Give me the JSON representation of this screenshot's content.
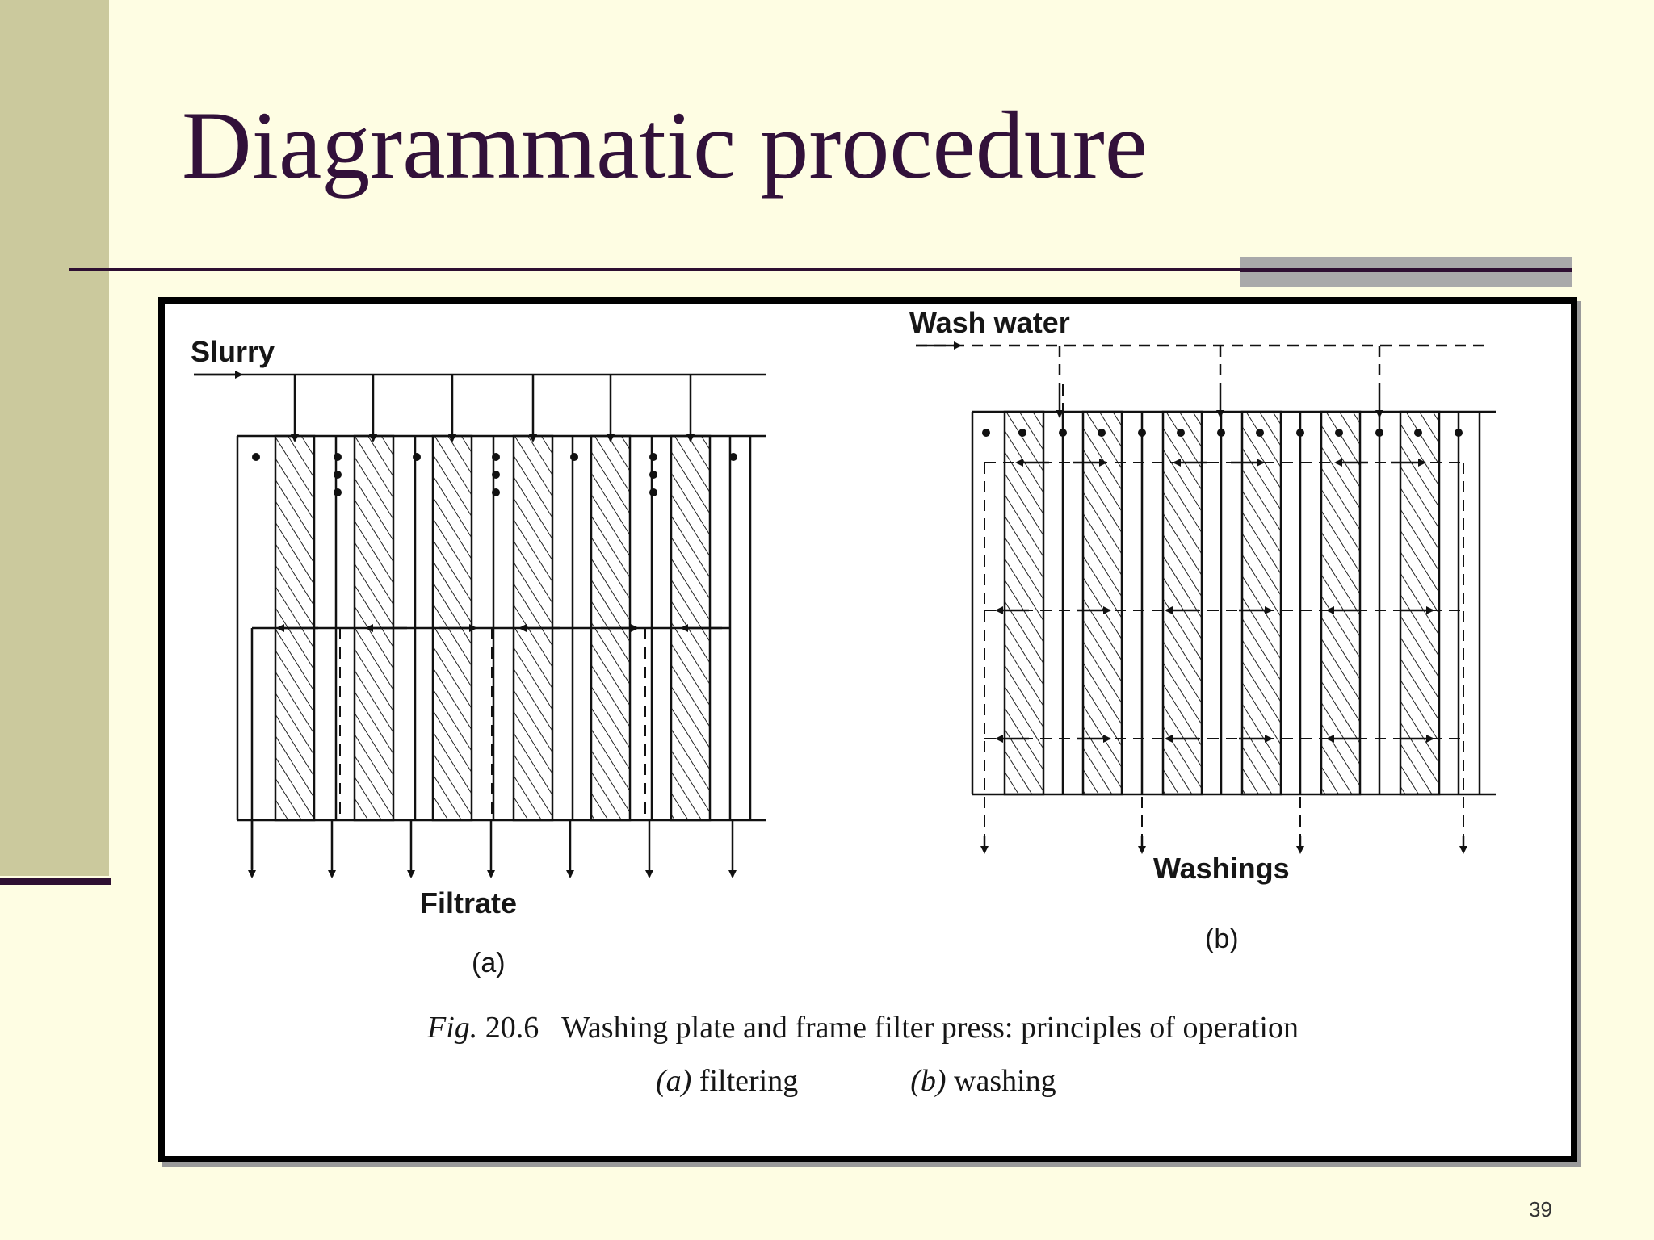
{
  "slide": {
    "title": "Diagrammatic procedure",
    "page_number": "39"
  },
  "figure": {
    "panel_a": {
      "inlet_label": "Slurry",
      "outlet_label": "Filtrate",
      "panel_label": "(a)"
    },
    "panel_b": {
      "inlet_label": "Wash water",
      "outlet_label": "Washings",
      "panel_label": "(b)"
    },
    "caption": {
      "fig_prefix": "Fig.",
      "fig_number": "20.6",
      "text": "Washing plate and frame filter press:  principles of operation",
      "sub_a_marker": "(a)",
      "sub_a_text": "filtering",
      "sub_b_marker": "(b)",
      "sub_b_text": "washing"
    }
  },
  "colors": {
    "background": "#fefde3",
    "sidebar": "#cbc99d",
    "accent": "#2e0f32",
    "title": "#32113a",
    "gray_bar": "#a9a9aa"
  }
}
